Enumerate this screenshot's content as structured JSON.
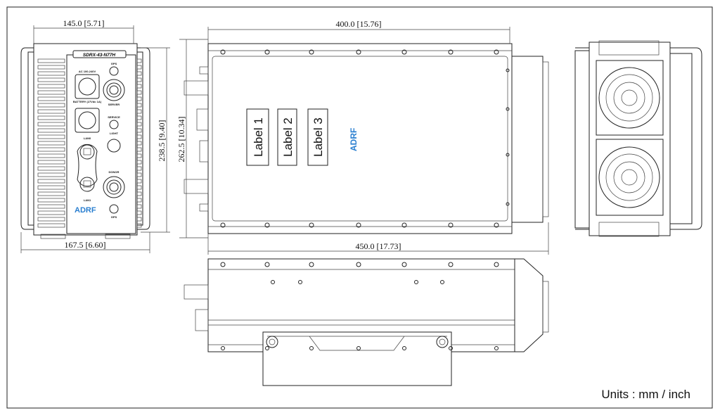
{
  "dimensions": {
    "front_width": "145.0 [5.71]",
    "front_overall_width": "167.5 [6.60]",
    "front_height": "238.5 [9.40]",
    "overall_height": "262.5 [10.34]",
    "body_length": "400.0 [15.76]",
    "overall_length": "450.0 [17.73]"
  },
  "front_panel": {
    "model": "SDRX-43-N77H",
    "ac_port": "AC 100-240V",
    "battery_port": "BATTERY (27Vdc 1A)",
    "server_port": "SERVER",
    "service_port": "SERVICE",
    "light_port": "LIGHT",
    "lan0": "LAN0",
    "lan1": "LAN1",
    "donor_port": "DONOR",
    "logo": "ADRF"
  },
  "top_view": {
    "labels": [
      "Label 1",
      "Label 2",
      "Label 3"
    ],
    "logo": "ADRF"
  },
  "units_note": "Units : mm / inch",
  "colors": {
    "logo_blue": "#2a7fd0",
    "line": "#222222"
  }
}
